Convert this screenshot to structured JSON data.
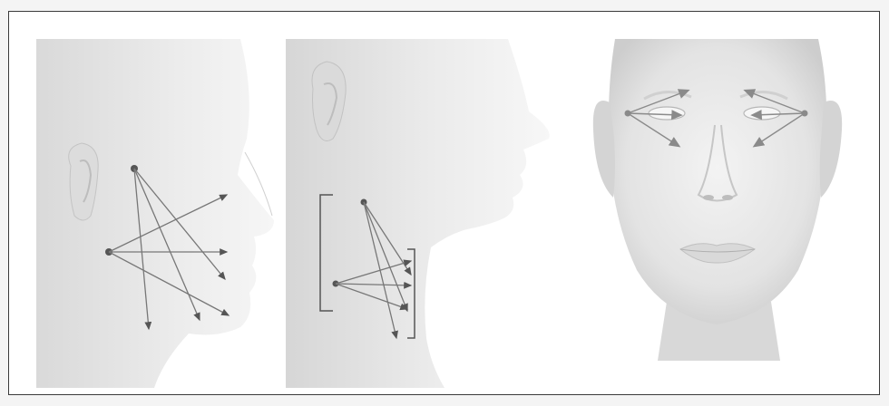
{
  "figure": {
    "panels": [
      {
        "id": "profile-lower-face",
        "view": "lateral",
        "arrow_color": "#6a6a6a"
      },
      {
        "id": "profile-neck",
        "view": "lateral",
        "arrow_color": "#6a6a6a"
      },
      {
        "id": "frontal-periorbital",
        "view": "frontal",
        "arrow_color": "#8a8a8a"
      }
    ],
    "colors": {
      "frame": "#3a3a3a",
      "skin": "#e8e8e8",
      "skin_shadow": "#cfcfcf",
      "arrow_dark": "#555555",
      "arrow_light": "#8c8c8c"
    }
  }
}
